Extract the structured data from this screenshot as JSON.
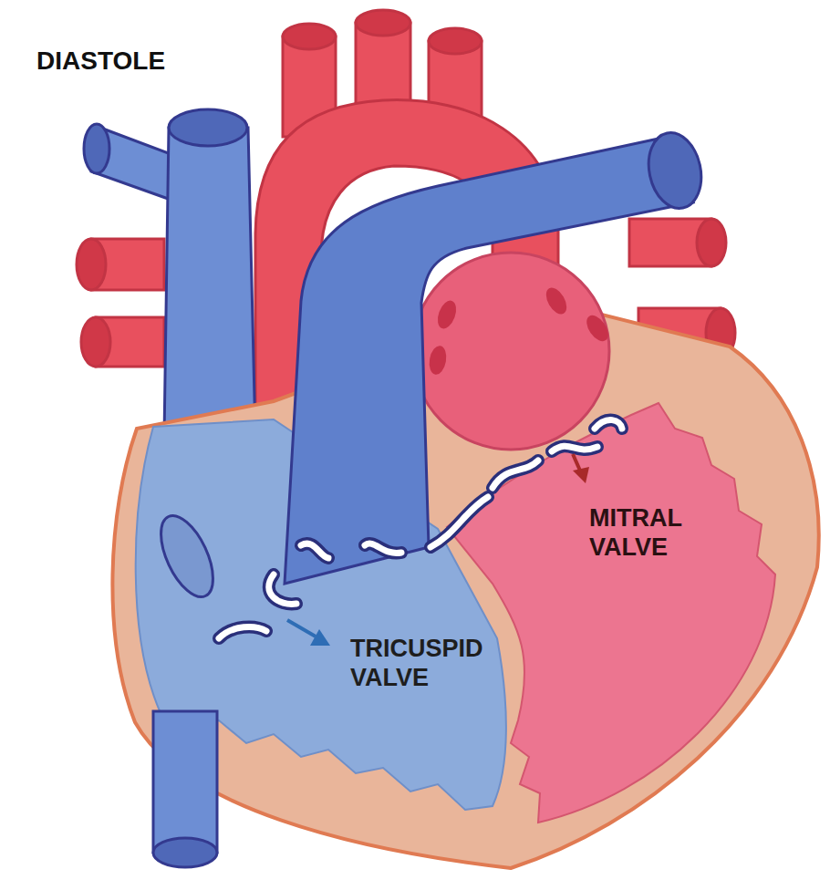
{
  "diagram": {
    "title": "DIASTOLE",
    "labels": [
      "TRICUSPID VALVE",
      "MITRAL VALVE"
    ]
  }
}
